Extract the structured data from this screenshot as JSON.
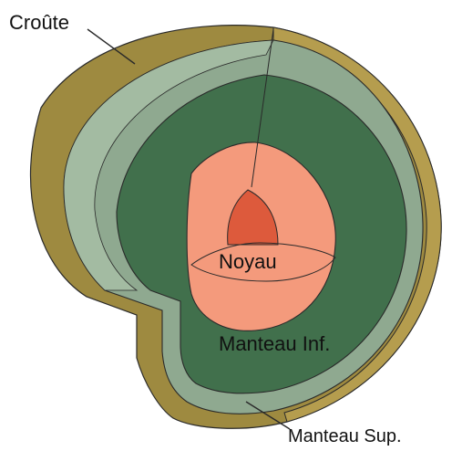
{
  "labels": {
    "croute": "Croûte",
    "noyau": "Noyau",
    "manteau_inf": "Manteau Inf.",
    "manteau_sup": "Manteau Sup."
  },
  "colors": {
    "croute": "#9e8a40",
    "croute_inner": "#b59d4e",
    "manteau_sup": "#8fa990",
    "manteau_sup_light": "#a3bba2",
    "manteau_inf": "#41704c",
    "noyau_externe": "#f49a7c",
    "noyau_interne": "#dd5a3c",
    "outline": "#2a2a2a",
    "background": "#ffffff"
  }
}
